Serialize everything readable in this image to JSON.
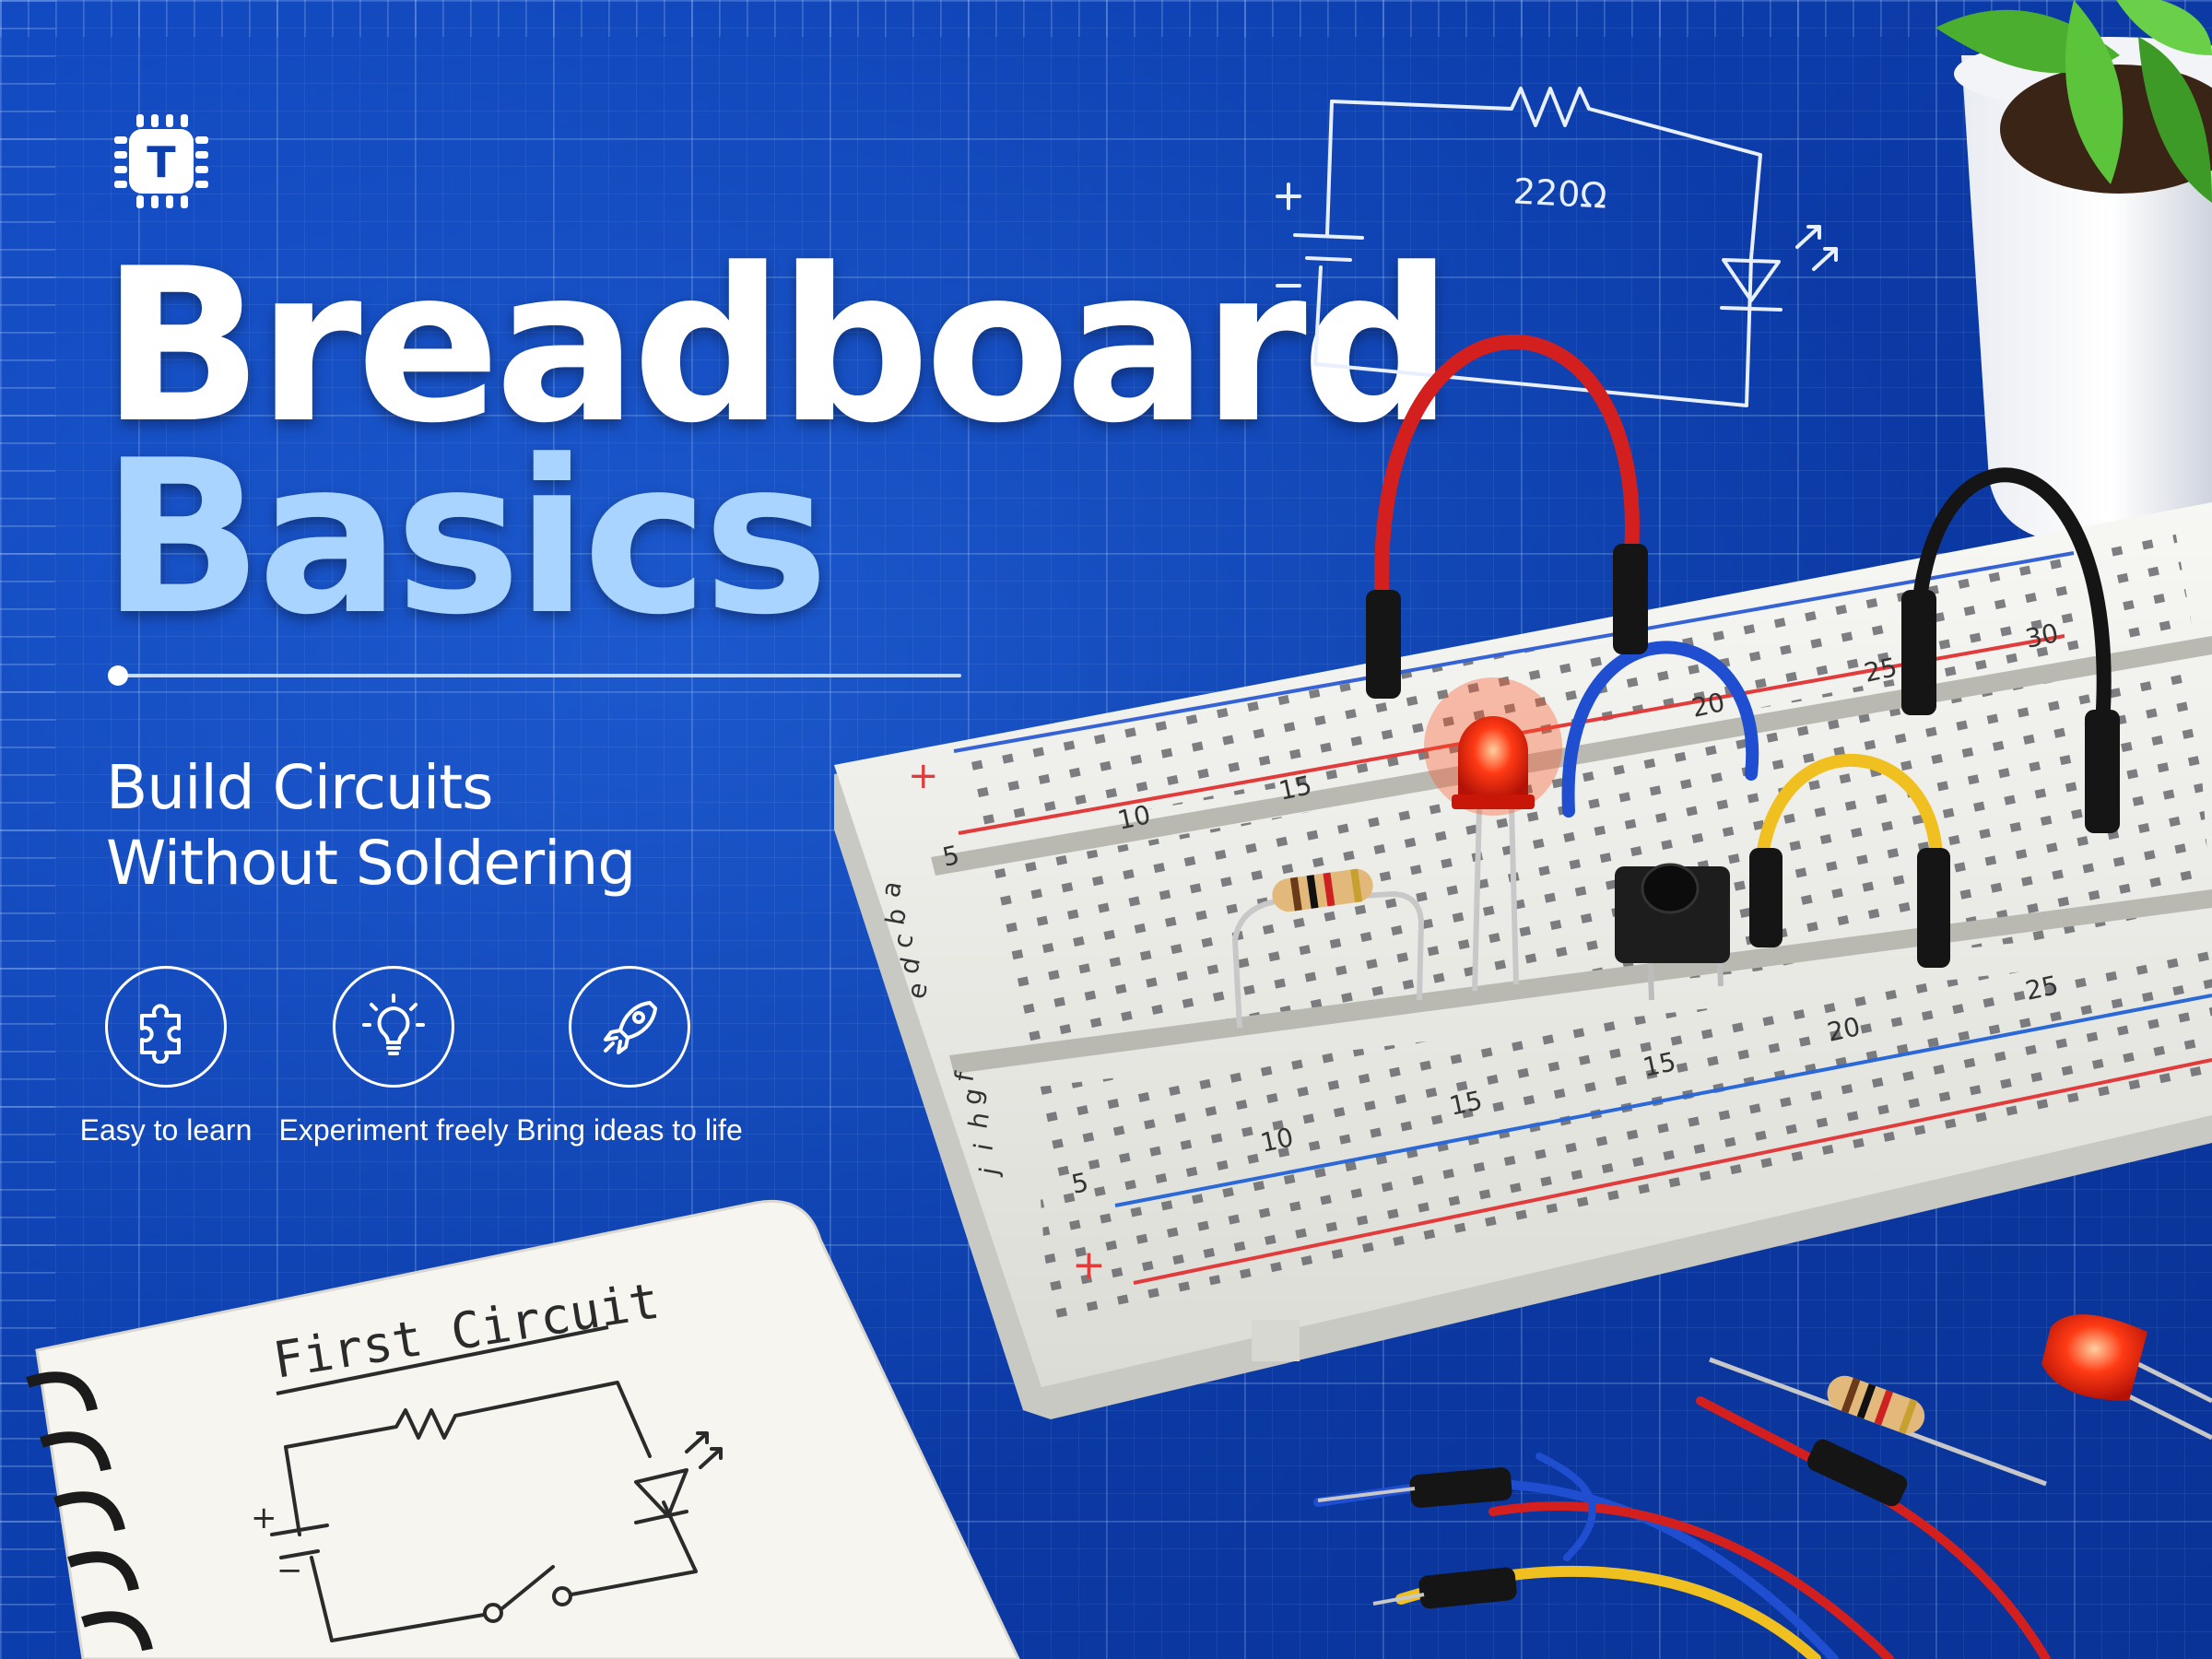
{
  "logo": {
    "letter": "T",
    "icon": "chip-icon"
  },
  "title": {
    "line1": "Breadboard",
    "line2": "Basics"
  },
  "subtitle": {
    "line1": "Build Circuits",
    "line2": "Without Soldering"
  },
  "features": [
    {
      "icon": "puzzle-icon",
      "label": "Easy to learn"
    },
    {
      "icon": "lightbulb-icon",
      "label": "Experiment freely"
    },
    {
      "icon": "rocket-icon",
      "label": "Bring ideas to life"
    }
  ],
  "schematic": {
    "resistor_label": "220Ω",
    "plus": "+",
    "minus": "−"
  },
  "notebook": {
    "title": "First Circuit",
    "plus": "+",
    "minus": "−"
  },
  "breadboard": {
    "rails": {
      "plus": "+"
    },
    "row_labels_top": [
      "a",
      "b",
      "c",
      "d",
      "e"
    ],
    "row_labels_bottom": [
      "f",
      "g",
      "h",
      "i",
      "j"
    ],
    "column_numbers_top": [
      "5",
      "10",
      "15",
      "20",
      "25",
      "30"
    ],
    "column_numbers_bottom": [
      "5",
      "10",
      "15",
      "20",
      "25"
    ]
  },
  "colors": {
    "background": "#0d3fae",
    "title_primary": "#ffffff",
    "title_accent": "#a9d4ff",
    "wire_red": "#d41f1f",
    "wire_blue": "#1f4fd0",
    "wire_yellow": "#f0c020",
    "wire_black": "#151515",
    "led_red": "#ff2a10",
    "board": "#eeeeea",
    "plant": "#4cae2e"
  }
}
